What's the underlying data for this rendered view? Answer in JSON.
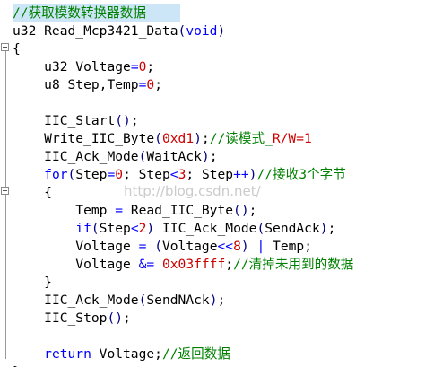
{
  "editor": {
    "watermark": "http://blog.csdn.net/",
    "lines": [
      {
        "indent": "",
        "tokens": [
          {
            "t": "//获取模数转换器数据",
            "c": "cm"
          }
        ],
        "highlight": true
      },
      {
        "indent": "",
        "tokens": [
          {
            "t": "u32 Read_Mcp3421_Data",
            "c": ""
          },
          {
            "t": "(",
            "c": "pn"
          },
          {
            "t": "void",
            "c": "kw"
          },
          {
            "t": ")",
            "c": "pn"
          }
        ]
      },
      {
        "indent": "",
        "tokens": [
          {
            "t": "{",
            "c": ""
          }
        ]
      },
      {
        "indent": "    ",
        "tokens": [
          {
            "t": "u32 Voltage",
            "c": ""
          },
          {
            "t": "=",
            "c": "op"
          },
          {
            "t": "0",
            "c": "num"
          },
          {
            "t": ";",
            "c": ""
          }
        ]
      },
      {
        "indent": "    ",
        "tokens": [
          {
            "t": "u8 Step,Temp",
            "c": ""
          },
          {
            "t": "=",
            "c": "op"
          },
          {
            "t": "0",
            "c": "num"
          },
          {
            "t": ";",
            "c": ""
          }
        ]
      },
      {
        "indent": "",
        "tokens": []
      },
      {
        "indent": "    ",
        "tokens": [
          {
            "t": "IIC_Start",
            "c": ""
          },
          {
            "t": "()",
            "c": "pn"
          },
          {
            "t": ";",
            "c": ""
          }
        ]
      },
      {
        "indent": "    ",
        "tokens": [
          {
            "t": "Write_IIC_Byte",
            "c": ""
          },
          {
            "t": "(",
            "c": "pn"
          },
          {
            "t": "0xd1",
            "c": "num"
          },
          {
            "t": ")",
            "c": "pn"
          },
          {
            "t": ";",
            "c": ""
          },
          {
            "t": "//读模式_",
            "c": "cm"
          },
          {
            "t": "R/W=1",
            "c": "cm-en"
          }
        ]
      },
      {
        "indent": "    ",
        "tokens": [
          {
            "t": "IIC_Ack_Mode",
            "c": ""
          },
          {
            "t": "(",
            "c": "pn"
          },
          {
            "t": "WaitAck",
            "c": ""
          },
          {
            "t": ")",
            "c": "pn"
          },
          {
            "t": ";",
            "c": ""
          }
        ]
      },
      {
        "indent": "    ",
        "tokens": [
          {
            "t": "for",
            "c": "kw"
          },
          {
            "t": "(",
            "c": "pn"
          },
          {
            "t": "Step",
            "c": ""
          },
          {
            "t": "=",
            "c": "op"
          },
          {
            "t": "0",
            "c": "num"
          },
          {
            "t": "; Step",
            "c": ""
          },
          {
            "t": "<",
            "c": "op"
          },
          {
            "t": "3",
            "c": "num"
          },
          {
            "t": "; Step",
            "c": ""
          },
          {
            "t": "++",
            "c": "op"
          },
          {
            "t": ")",
            "c": "pn"
          },
          {
            "t": "//接收3个字节",
            "c": "cm"
          }
        ]
      },
      {
        "indent": "    ",
        "tokens": [
          {
            "t": "{",
            "c": ""
          }
        ]
      },
      {
        "indent": "        ",
        "tokens": [
          {
            "t": "Temp ",
            "c": ""
          },
          {
            "t": "=",
            "c": "op"
          },
          {
            "t": " Read_IIC_Byte",
            "c": ""
          },
          {
            "t": "()",
            "c": "pn"
          },
          {
            "t": ";",
            "c": ""
          }
        ]
      },
      {
        "indent": "        ",
        "tokens": [
          {
            "t": "if",
            "c": "kw"
          },
          {
            "t": "(",
            "c": "pn"
          },
          {
            "t": "Step",
            "c": ""
          },
          {
            "t": "<",
            "c": "op"
          },
          {
            "t": "2",
            "c": "num"
          },
          {
            "t": ")",
            "c": "pn"
          },
          {
            "t": " IIC_Ack_Mode",
            "c": ""
          },
          {
            "t": "(",
            "c": "pn"
          },
          {
            "t": "SendAck",
            "c": ""
          },
          {
            "t": ")",
            "c": "pn"
          },
          {
            "t": ";",
            "c": ""
          }
        ]
      },
      {
        "indent": "        ",
        "tokens": [
          {
            "t": "Voltage ",
            "c": ""
          },
          {
            "t": "=",
            "c": "op"
          },
          {
            "t": " ",
            "c": ""
          },
          {
            "t": "(",
            "c": "pn"
          },
          {
            "t": "Voltage",
            "c": ""
          },
          {
            "t": "<<",
            "c": "op"
          },
          {
            "t": "8",
            "c": "num"
          },
          {
            "t": ")",
            "c": "pn"
          },
          {
            "t": " ",
            "c": ""
          },
          {
            "t": "|",
            "c": "op"
          },
          {
            "t": " Temp;",
            "c": ""
          }
        ]
      },
      {
        "indent": "        ",
        "tokens": [
          {
            "t": "Voltage ",
            "c": ""
          },
          {
            "t": "&=",
            "c": "op"
          },
          {
            "t": " ",
            "c": ""
          },
          {
            "t": "0x03ffff",
            "c": "num"
          },
          {
            "t": ";",
            "c": ""
          },
          {
            "t": "//清掉未用到的数据",
            "c": "cm"
          }
        ]
      },
      {
        "indent": "    ",
        "tokens": [
          {
            "t": "}",
            "c": ""
          }
        ]
      },
      {
        "indent": "    ",
        "tokens": [
          {
            "t": "IIC_Ack_Mode",
            "c": ""
          },
          {
            "t": "(",
            "c": "pn"
          },
          {
            "t": "SendNAck",
            "c": ""
          },
          {
            "t": ")",
            "c": "pn"
          },
          {
            "t": ";",
            "c": ""
          }
        ]
      },
      {
        "indent": "    ",
        "tokens": [
          {
            "t": "IIC_Stop",
            "c": ""
          },
          {
            "t": "()",
            "c": "pn"
          },
          {
            "t": ";",
            "c": ""
          }
        ]
      },
      {
        "indent": "",
        "tokens": []
      },
      {
        "indent": "    ",
        "tokens": [
          {
            "t": "return",
            "c": "kw"
          },
          {
            "t": " Voltage;",
            "c": ""
          },
          {
            "t": "//返回数据",
            "c": "cm"
          }
        ]
      },
      {
        "indent": "",
        "tokens": [
          {
            "t": "}",
            "c": ""
          }
        ]
      }
    ]
  }
}
